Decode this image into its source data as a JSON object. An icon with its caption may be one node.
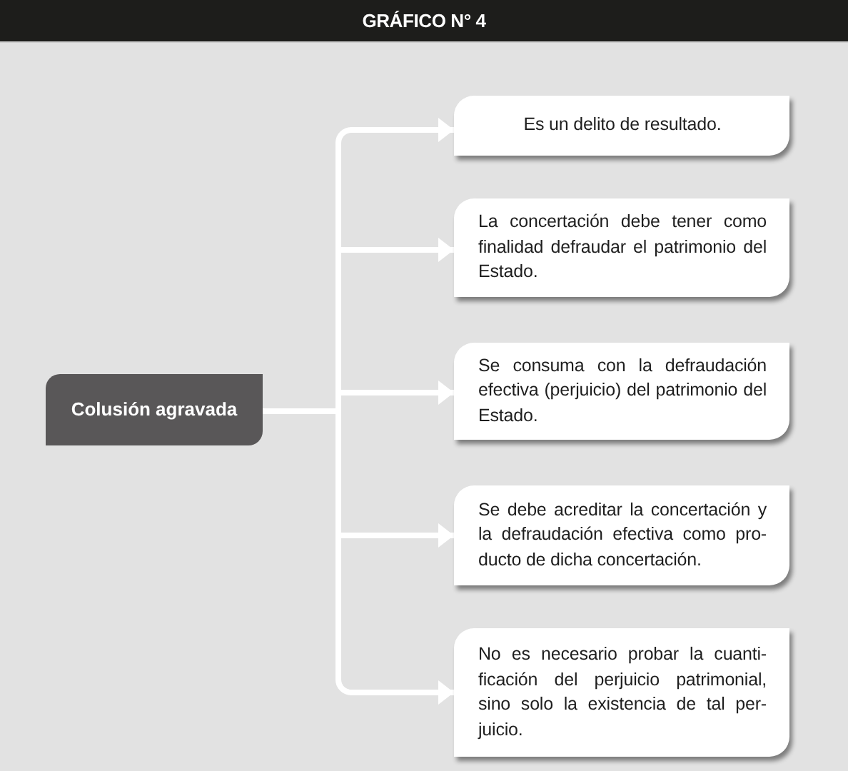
{
  "diagram": {
    "title": "GRÁFICO N° 4",
    "nodes": [
      {
        "text": [
          "Colusión agravada"
        ]
      },
      {
        "text": [
          "Es un delito de resultado."
        ]
      },
      {
        "text": [
          "La concertación debe tener como finalidad defraudar el patrimonio del Estado."
        ]
      },
      {
        "text": [
          "Se consuma con la defraudación efectiva (perjuicio) del patrimonio del Estado."
        ]
      },
      {
        "text": [
          "Se debe acreditar la concertación y la defraudación efectiva como pro-ducto de dicha concertación."
        ]
      },
      {
        "text": [
          "No es necesario probar la cuanti-ficación del perjuicio patrimonial, sino solo la existencia de tal per-juicio."
        ]
      }
    ],
    "edges": [
      {
        "from": 0,
        "to": 1,
        "arrow": "to"
      },
      {
        "from": 0,
        "to": 2,
        "arrow": "to"
      },
      {
        "from": 0,
        "to": 3,
        "arrow": "to"
      },
      {
        "from": 0,
        "to": 4,
        "arrow": "to"
      },
      {
        "from": 0,
        "to": 5,
        "arrow": "to"
      }
    ]
  }
}
